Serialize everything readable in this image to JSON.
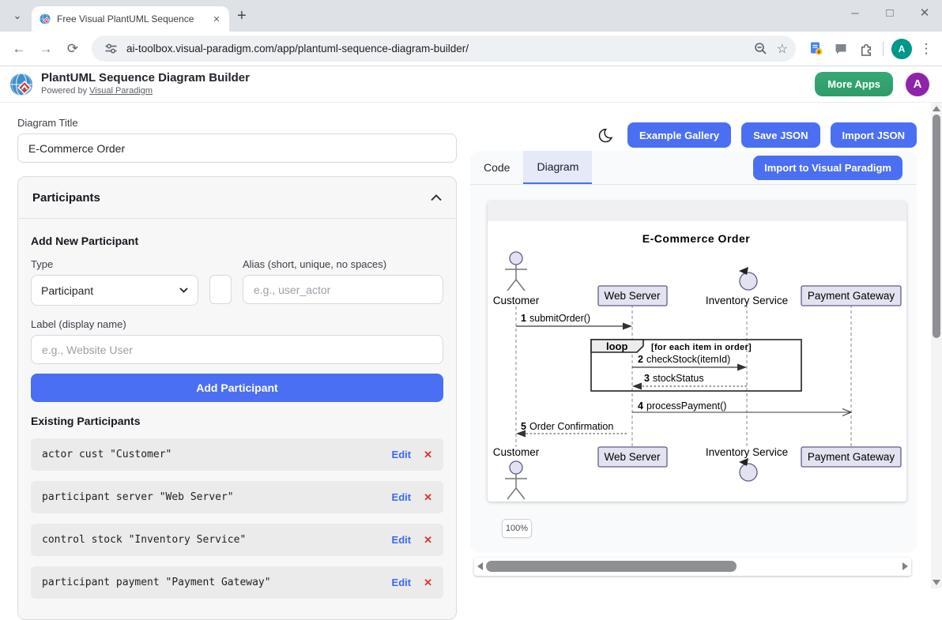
{
  "browser": {
    "tab_title": "Free Visual PlantUML Sequence",
    "url": "ai-toolbox.visual-paradigm.com/app/plantuml-sequence-diagram-builder/",
    "profile_initial": "A"
  },
  "icons": {
    "tab_chevron": "⌄",
    "new_tab": "+",
    "tab_close": "✕",
    "minimize": "─",
    "maximize": "□",
    "close": "✕",
    "back": "←",
    "forward": "→",
    "reload": "⟳",
    "star": "☆",
    "kebab": "⋮"
  },
  "header": {
    "title": "PlantUML Sequence Diagram Builder",
    "powered_prefix": "Powered by ",
    "powered_link": "Visual Paradigm",
    "more_apps": "More Apps",
    "avatar_initial": "A"
  },
  "left": {
    "diagram_title_label": "Diagram Title",
    "diagram_title_value": "E-Commerce Order",
    "participants_title": "Participants",
    "add_new_title": "Add New Participant",
    "type_label": "Type",
    "type_value": "Participant",
    "alias_label": "Alias (short, unique, no spaces)",
    "alias_placeholder": "e.g., user_actor",
    "label_label": "Label (display name)",
    "label_placeholder": "e.g., Website User",
    "add_button": "Add Participant",
    "existing_title": "Existing Participants",
    "edit_label": "Edit",
    "delete_label": "✕",
    "participants": [
      {
        "code": "actor cust \"Customer\""
      },
      {
        "code": "participant server \"Web Server\""
      },
      {
        "code": "control stock \"Inventory Service\""
      },
      {
        "code": "participant payment \"Payment Gateway\""
      }
    ]
  },
  "right": {
    "example_gallery": "Example Gallery",
    "save_json": "Save JSON",
    "import_json": "Import JSON",
    "tab_code": "Code",
    "tab_diagram": "Diagram",
    "import_vp": "Import to Visual Paradigm",
    "zoom_level": "100%"
  },
  "diagram": {
    "title": "E-Commerce Order",
    "names": {
      "customer": "Customer",
      "server": "Web Server",
      "stock": "Inventory Service",
      "payment": "Payment Gateway"
    },
    "loop_label": "loop",
    "loop_guard": "[for each item in order]",
    "messages": [
      {
        "num": "1",
        "label": "submitOrder()"
      },
      {
        "num": "2",
        "label": "checkStock(itemId)"
      },
      {
        "num": "3",
        "label": "stockStatus"
      },
      {
        "num": "4",
        "label": "processPayment()"
      },
      {
        "num": "5",
        "label": "Order Confirmation"
      }
    ]
  },
  "colors": {
    "accent_blue": "#4b6ff2",
    "more_apps_green": "#32a370",
    "header_avatar_purple": "#8e24aa",
    "profile_teal": "#009688",
    "participant_fill": "#e2e2f0",
    "tab_strip": "#dee1e6"
  }
}
